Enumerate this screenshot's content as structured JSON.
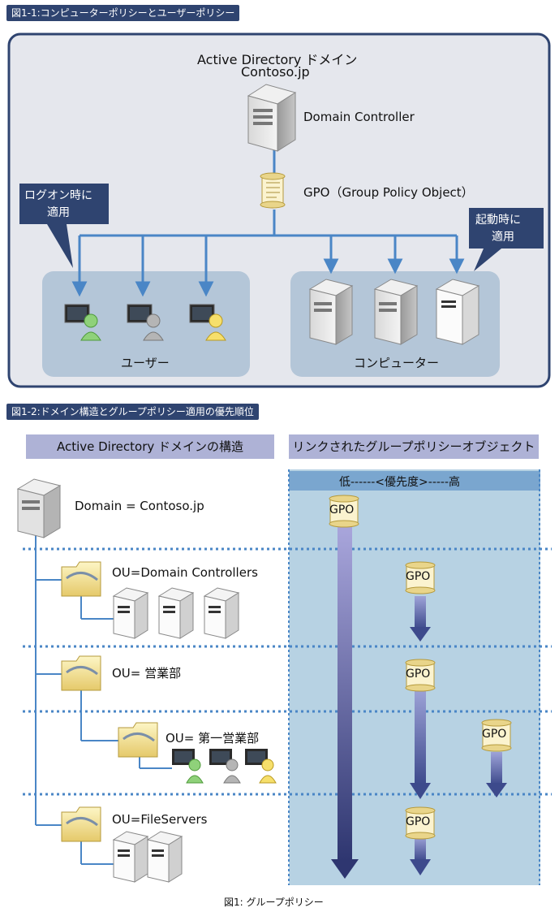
{
  "fig1": {
    "label": "図1-1:コンピューターポリシーとユーザーポリシー",
    "domain_title": "Active Directory ドメイン",
    "domain_name": "Contoso.jp",
    "dc_label": "Domain Controller",
    "gpo_label": "GPO（Group Policy Object）",
    "callout_left": [
      "ログオン時に",
      "適用"
    ],
    "callout_right": [
      "起動時に",
      "適用"
    ],
    "users_label": "ユーザー",
    "computers_label": "コンピューター"
  },
  "fig2": {
    "label": "図1-2:ドメイン構造とグループポリシー適用の優先順位",
    "header_left": "Active Directory ドメインの構造",
    "header_right": "リンクされたグループポリシーオブジェクト",
    "priority_label": "低------<優先度>-----高",
    "domain_label": "Domain = Contoso.jp",
    "ou_dc": "OU=Domain Controllers",
    "ou_sales": "OU= 営業部",
    "ou_sales1": "OU= 第一営業部",
    "ou_fs": "OU=FileServers",
    "gpo_text": "GPO"
  },
  "caption": "図1: グループポリシー",
  "colors": {
    "label_bg": "#2f4470",
    "panel_bg": "#e5e7ed",
    "panel_border": "#2f4470",
    "group_bg": "#b4c6d8",
    "connector": "#4a86c6",
    "header_bg": "#aeb2d6",
    "gpo_area": "#b7d2e3",
    "gpo_header": "#7aa6cf",
    "arrow": "#5a5fa3"
  }
}
